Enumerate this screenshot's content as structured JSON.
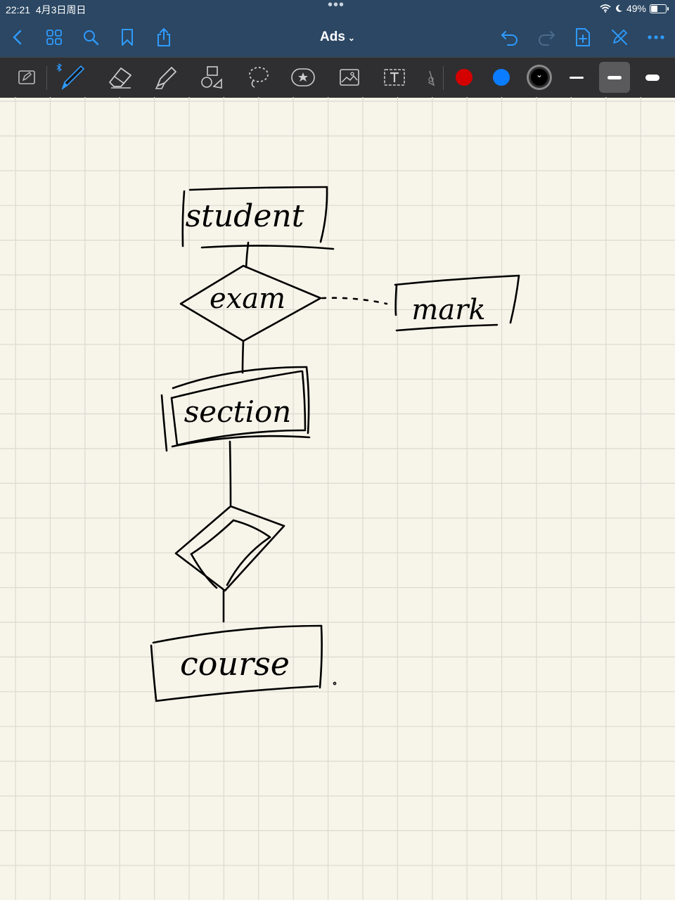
{
  "status_bar": {
    "time": "22:21",
    "date": "4月3日周日",
    "battery": "49%",
    "battery_level": 0.49
  },
  "nav": {
    "title": "Ads",
    "buttons": [
      "back",
      "thumbnails",
      "search",
      "bookmark",
      "share",
      "undo",
      "redo",
      "add-page",
      "disable-pen",
      "more"
    ]
  },
  "toolbar": {
    "tools": [
      "read-only-mode",
      "pen",
      "eraser",
      "highlighter",
      "shapes",
      "lasso",
      "elements",
      "image",
      "text",
      "laser-pointer"
    ],
    "selected_tool": "pen",
    "colors": [
      "#d40000",
      "#0a7cff",
      "#000000"
    ],
    "selected_color": "#000000",
    "stroke_widths": [
      "thin",
      "medium",
      "thick"
    ],
    "selected_width": "medium"
  },
  "canvas": {
    "background": "#f7f5ea",
    "grid_color": "#dcdad0",
    "ink_color": "#000000",
    "handwritten_labels": {
      "student": "student",
      "exam": "exam",
      "mark": "mark",
      "section": "section",
      "course": "course"
    }
  }
}
